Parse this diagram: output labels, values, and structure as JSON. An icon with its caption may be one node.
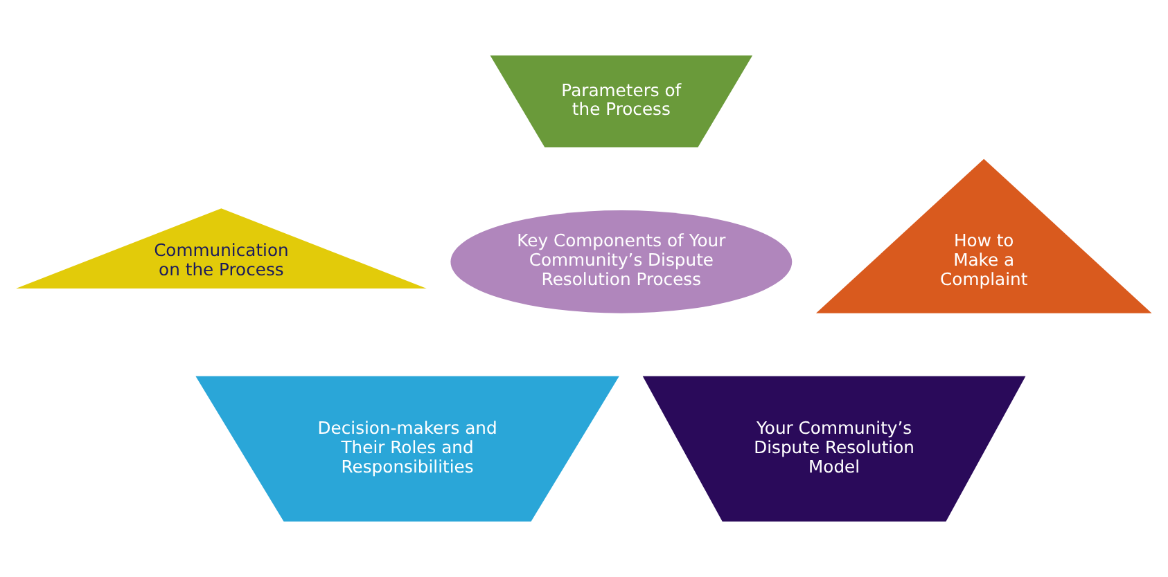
{
  "diagram": {
    "nodes": [
      {
        "text": [
          "Parameters of the Process"
        ]
      },
      {
        "text": [
          "Communication on the Process"
        ]
      },
      {
        "text": [
          "Key Components of Your Community’s Dispute Resolution Process"
        ]
      },
      {
        "text": [
          "How to Make a Complaint"
        ]
      },
      {
        "text": [
          "Decision-makers and Their Roles and Responsibilities"
        ]
      },
      {
        "text": [
          "Your Community’s Dispute Resolution Model"
        ]
      }
    ]
  }
}
